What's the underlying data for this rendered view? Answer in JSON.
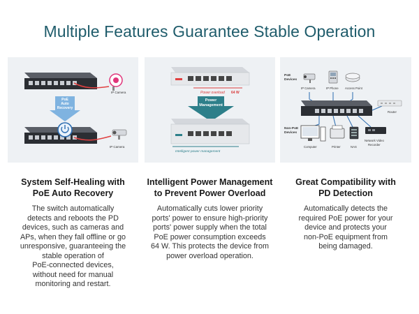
{
  "title": "Multiple Features Guarantee Stable Operation",
  "panels": {
    "p1": {
      "ip_camera_top": "IP Camera",
      "poe_auto_recovery": [
        "PoE",
        "Auto",
        "Recovery"
      ],
      "ip_camera_bottom": "IP Camera"
    },
    "p2": {
      "power_overload": "Power overload",
      "overload_value": "64 W",
      "power_management": [
        "Power",
        "Management"
      ],
      "intelligent_power": "Intelligent power management"
    },
    "p3": {
      "poe_devices": [
        "PoE",
        "Devices"
      ],
      "ip_camera": "IP Camera",
      "ip_phone": "IP Phone",
      "access_point": "Access Point",
      "router": "Router",
      "non_poe_devices": [
        "Non-PoE",
        "Devices"
      ],
      "computer": "Computer",
      "printer": "Printer",
      "nas": "NAS",
      "nvr": [
        "Network Video",
        "Recorder"
      ]
    }
  },
  "features": [
    {
      "heading": [
        "System Self-Healing with",
        "PoE Auto Recovery"
      ],
      "body": [
        "The switch automatically",
        "detects and reboots the PD",
        "devices, such as cameras and",
        "APs, when they fall offline or go",
        "unresponsive, guaranteeing the",
        "stable operation of",
        "PoE-connected devices,",
        "without need for manual",
        "monitoring and restart."
      ]
    },
    {
      "heading": [
        "Intelligent Power Management",
        "to Prevent Power Overload"
      ],
      "body": [
        "Automatically cuts lower priority",
        "ports' power to ensure high-priority",
        "ports' power supply when the total",
        "PoE power consumption exceeds",
        "64 W. This protects the device from",
        "power overload operation."
      ]
    },
    {
      "heading": [
        "Great Compatibility with",
        "PD Detection"
      ],
      "body": [
        "Automatically detects the",
        "required PoE power for your",
        "device and protects your",
        "non-PoE equipment from",
        "being damaged."
      ]
    }
  ],
  "colors": {
    "title": "#1f5c6b",
    "poe_arrow": "#7fb3e0",
    "overload_red": "#d93b3b",
    "management_teal": "#2d7f8a",
    "camera_pink": "#e0357a",
    "cable_red": "#e04040"
  }
}
